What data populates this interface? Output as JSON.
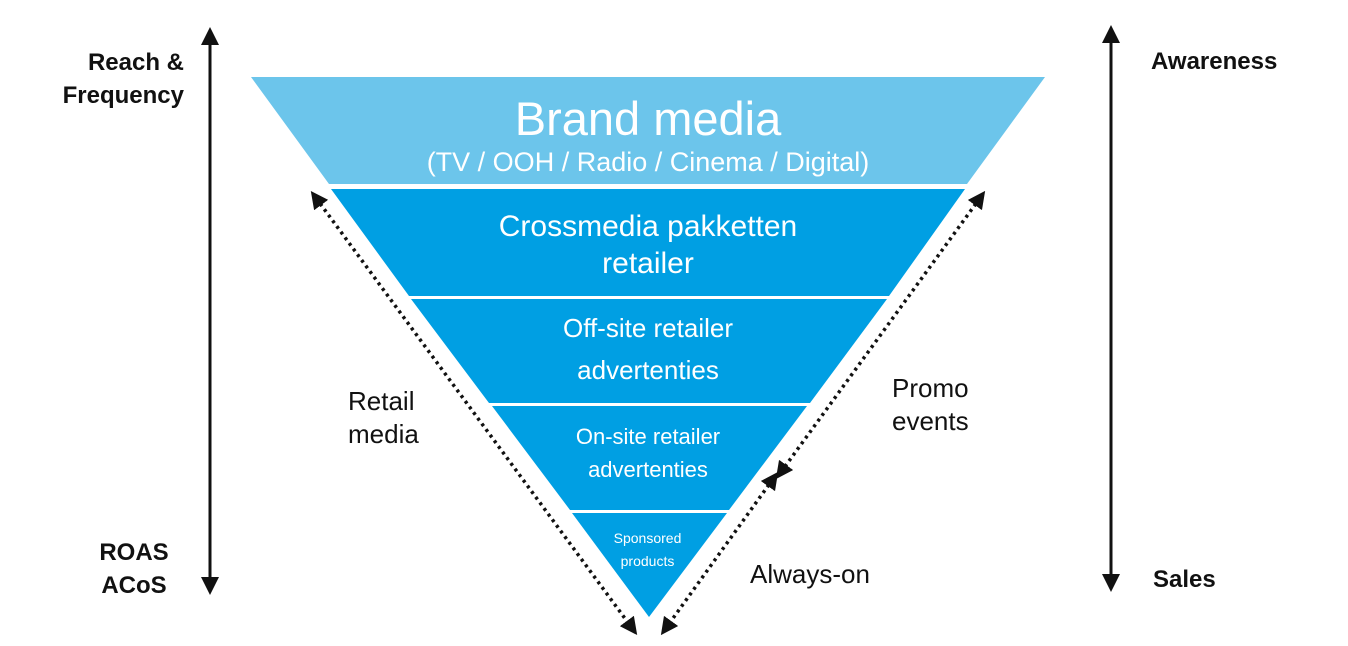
{
  "colors": {
    "top_segment": "#6CC5EB",
    "segments": "#009FE3",
    "arrows": "#111111",
    "text_dark": "#111111",
    "text_light": "#ffffff"
  },
  "left_axis": {
    "top_label": [
      "Reach &",
      "Frequency"
    ],
    "bottom_label": [
      "ROAS",
      "ACoS"
    ]
  },
  "right_axis": {
    "top_label": "Awareness",
    "bottom_label": "Sales"
  },
  "funnel": {
    "segments": [
      {
        "title": "Brand media",
        "subtitle": "(TV / OOH / Radio / Cinema / Digital)"
      },
      {
        "lines": [
          "Crossmedia pakketten",
          "retailer"
        ]
      },
      {
        "lines": [
          "Off-site retailer",
          "advertenties"
        ]
      },
      {
        "lines": [
          "On-site retailer",
          "advertenties"
        ]
      },
      {
        "lines": [
          "Sponsored",
          "products"
        ]
      }
    ]
  },
  "annotations": {
    "retail_media": [
      "Retail",
      "media"
    ],
    "promo_events": [
      "Promo",
      "events"
    ],
    "always_on": "Always-on"
  }
}
